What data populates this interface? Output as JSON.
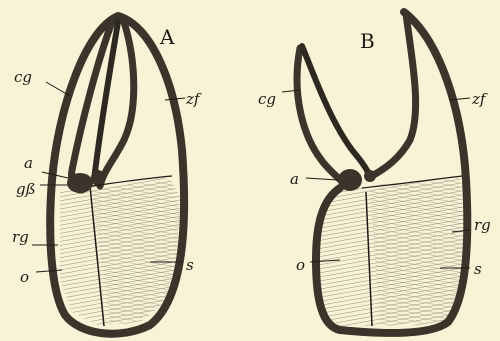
{
  "figure_a": {
    "letter": "A",
    "labels": {
      "cg": "cg",
      "zf": "zf",
      "a": "a",
      "gb": "gß",
      "rg": "rg",
      "o": "o",
      "s": "s"
    }
  },
  "figure_b": {
    "letter": "B",
    "labels": {
      "cg": "cg",
      "zf": "zf",
      "a": "a",
      "rg": "rg",
      "o": "o",
      "s": "s"
    }
  },
  "colors": {
    "paper": "#f8f2d6",
    "ink": "#1e1a14",
    "wall": "#3a342a"
  }
}
